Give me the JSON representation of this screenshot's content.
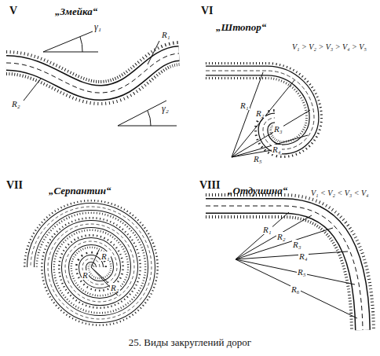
{
  "diagram": {
    "caption": "25. Виды закруглений дорог",
    "labels": [
      "V",
      "„Змейка“",
      "γ₁",
      "R₁",
      "R₂",
      "γ₂",
      "VI",
      "„Штопор“",
      "V₁ > V₂ > V₃ > V₄ > V₅",
      "R₁",
      "R₂",
      "R₃",
      "R₄",
      "R₅",
      "VII",
      "„Серпантин“",
      "R",
      "R₁",
      "R₂",
      "VIII",
      "„Отдушина“",
      "V₁ < V₂ < V₃ < V₄",
      "R₁",
      "R₂",
      "R₃",
      "R₄",
      "R₅",
      "R₆"
    ]
  }
}
